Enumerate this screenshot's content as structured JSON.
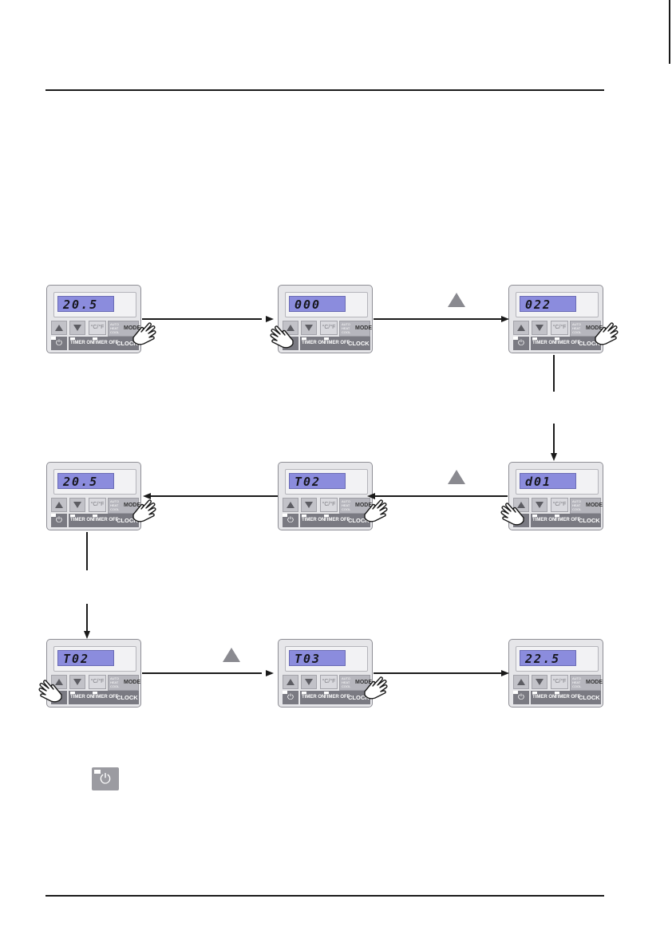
{
  "panels": [
    {
      "display": "20.5"
    },
    {
      "display": "000"
    },
    {
      "display": "022"
    },
    {
      "display": "20.5"
    },
    {
      "display": "T02"
    },
    {
      "display": "d01"
    },
    {
      "display": "T02"
    },
    {
      "display": "T03"
    },
    {
      "display": "22.5"
    }
  ],
  "panel_labels": {
    "cf": "°C/°F",
    "mode": "MODE",
    "mode_options": [
      "AUTO",
      "HEAT",
      "COOL"
    ],
    "timer_on": "TIMER ON",
    "timer_off": "TIMER OFF",
    "clock": "CLOCK",
    "power_symbol": "⏻"
  },
  "icons": {
    "hand": "pointing-hand-icon",
    "up": "up-triangle-icon",
    "down": "down-triangle-icon",
    "power": "power-icon"
  },
  "colors": {
    "lcd": "#8b8cdd",
    "panel": "#e6e6e9",
    "button": "#7a7a82",
    "arrow": "#1a1a1a"
  }
}
